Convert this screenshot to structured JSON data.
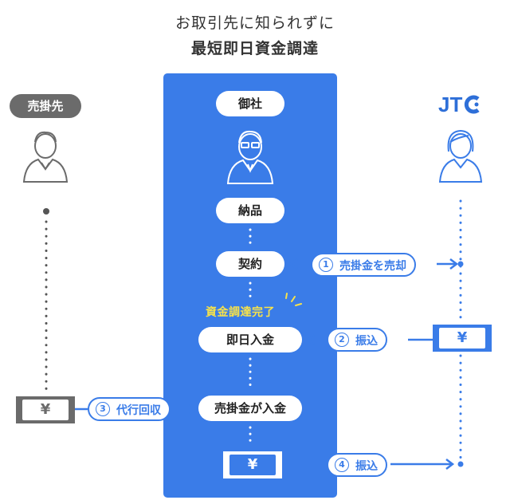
{
  "header": {
    "line1": "お取引先に知られずに",
    "line2": "最短即日資金調達"
  },
  "left": {
    "tag_label": "売掛先"
  },
  "right": {
    "logo_text": "JTG"
  },
  "center": {
    "company_label": "御社",
    "steps": {
      "delivery": "納品",
      "contract": "契約",
      "same_day_deposit": "即日入金",
      "receivable_deposit": "売掛金が入金"
    },
    "highlight": "資金調達完了"
  },
  "arrows": {
    "sell": {
      "num": "1",
      "label": "売掛金を売却"
    },
    "transfer1": {
      "num": "2",
      "label": "振込"
    },
    "collect": {
      "num": "3",
      "label": "代行回収"
    },
    "transfer2": {
      "num": "4",
      "label": "振込"
    }
  },
  "currency": {
    "symbol": "¥"
  },
  "colors": {
    "blue": "#3a7ce8",
    "gray": "#6b6b6b",
    "yellow": "#f7e24a"
  }
}
